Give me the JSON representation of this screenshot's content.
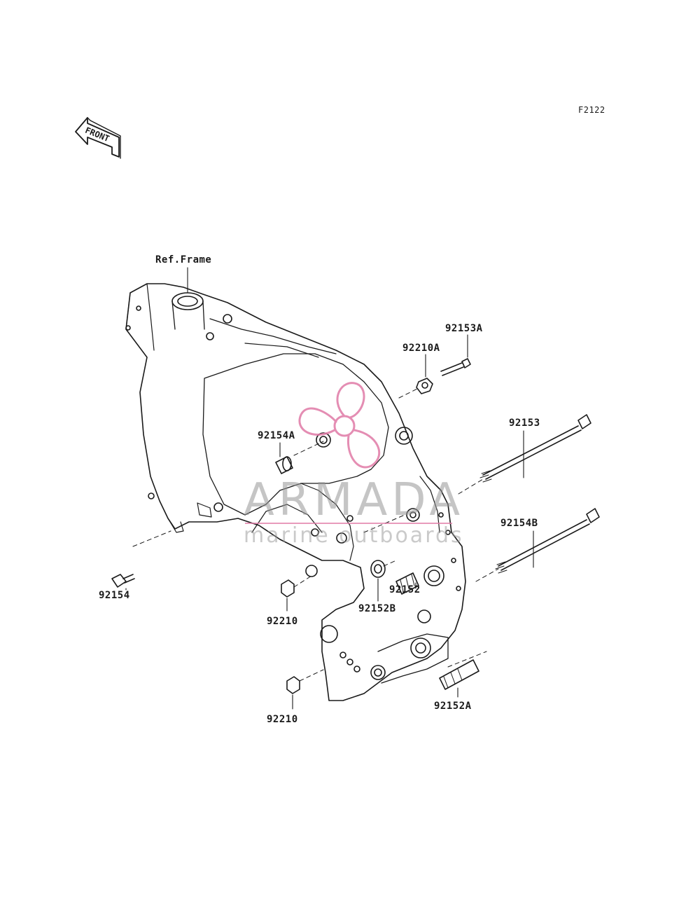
{
  "diagram": {
    "code": "F2122",
    "front_label": "FRONT",
    "ref_label": "Ref.Frame"
  },
  "parts": [
    {
      "id": "p92153A",
      "label": "92153A"
    },
    {
      "id": "p92210A",
      "label": "92210A"
    },
    {
      "id": "p92153",
      "label": "92153"
    },
    {
      "id": "p92154A",
      "label": "92154A"
    },
    {
      "id": "p92154B",
      "label": "92154B"
    },
    {
      "id": "p92152",
      "label": "92152"
    },
    {
      "id": "p92152B",
      "label": "92152B"
    },
    {
      "id": "p92154",
      "label": "92154"
    },
    {
      "id": "p92210_top",
      "label": "92210"
    },
    {
      "id": "p92210_bottom",
      "label": "92210"
    },
    {
      "id": "p92152A",
      "label": "92152A"
    }
  ],
  "watermark": {
    "title": "ARMADA",
    "subtitle": "marine outboards",
    "logo_color": "#e07aa6",
    "text_color": "#969696"
  }
}
